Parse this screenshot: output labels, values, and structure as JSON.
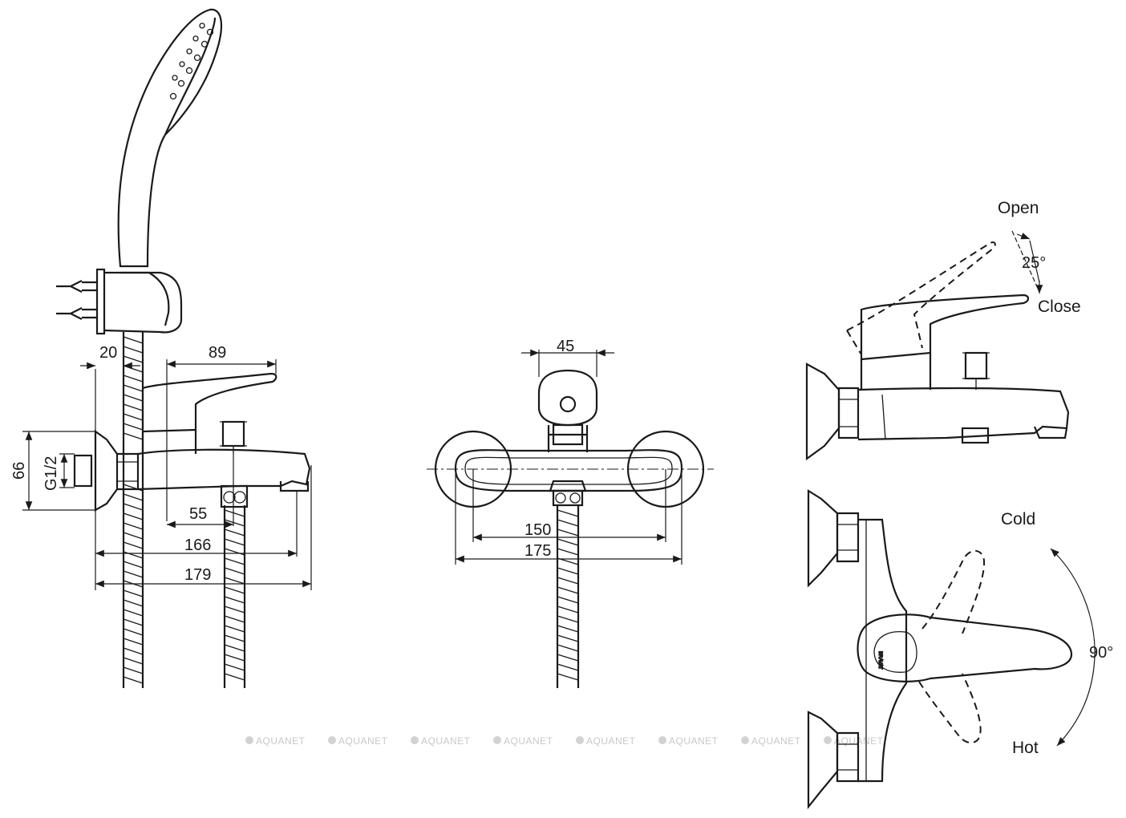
{
  "side_view": {
    "dim_20": "20",
    "dim_89": "89",
    "dim_66": "66",
    "dim_g12": "G1/2",
    "dim_55": "55",
    "dim_166": "166",
    "dim_179": "179"
  },
  "front_view": {
    "dim_45": "45",
    "dim_150": "150",
    "dim_175": "175"
  },
  "lever_side_view": {
    "open_label": "Open",
    "close_label": "Close",
    "angle_label": "25°"
  },
  "lever_top_view": {
    "cold_label": "Cold",
    "hot_label": "Hot",
    "angle_label": "90°"
  },
  "watermarks": [
    "AQUANET",
    "AQUANET",
    "AQUANET",
    "AQUANET",
    "AQUANET",
    "AQUANET",
    "AQUANET",
    "AQUANET"
  ]
}
